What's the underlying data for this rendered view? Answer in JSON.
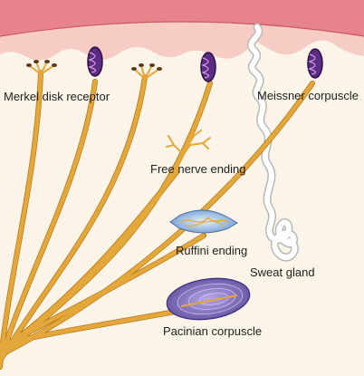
{
  "labels": {
    "merkel": "Merkel disk receptor",
    "meissner": "Meissner corpuscle",
    "free": "Free nerve ending",
    "ruffini": "Ruffini ending",
    "sweat": "Sweat gland",
    "pacinian": "Pacinian corpuscle"
  },
  "colors": {
    "background": "#fbf4e8",
    "epidermis_top": "#e7838a",
    "epidermis_body": "#f6ccc4",
    "nerve_fiber": "#e4a83a",
    "nerve_outline": "#b9781a",
    "meissner_capsule": "#5b2c83",
    "pacinian_capsule": "#8a7ec8",
    "ruffini_capsule": "#8fb3df",
    "sweat_gland_outline": "#b8b8b8"
  }
}
